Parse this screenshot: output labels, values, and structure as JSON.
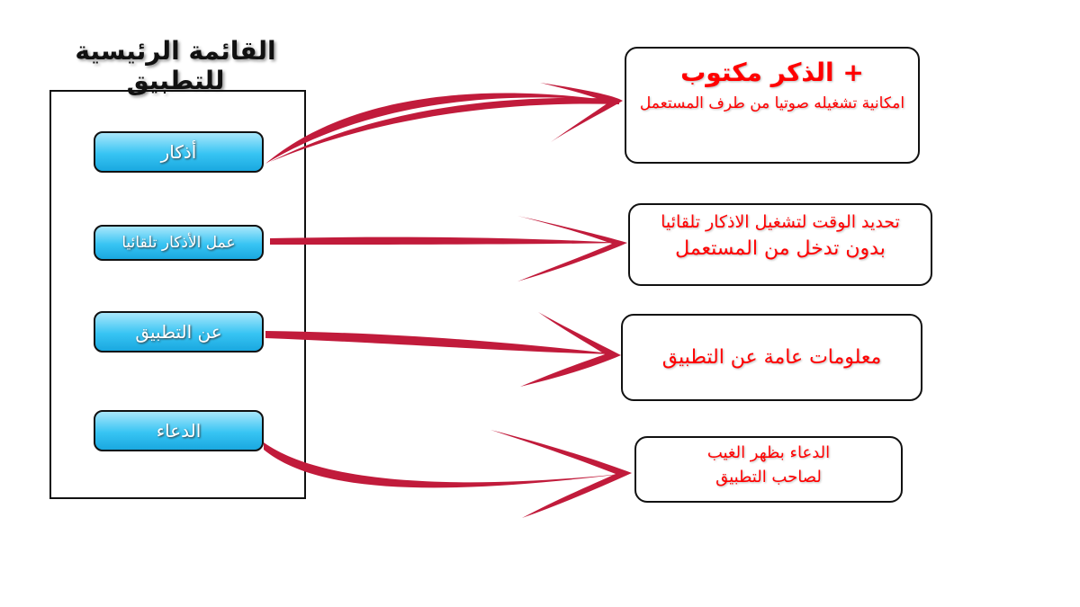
{
  "title": "القائمة الرئيسية للتطبيق",
  "menu_buttons": [
    "أذكار",
    "عمل الأذكار تلقائيا",
    "عن التطبيق",
    "الدعاء"
  ],
  "boxes": [
    {
      "line1": "+ الذكر مكتوب",
      "line2": "امكانية تشغيله صوتيا من طرف المستعمل"
    },
    {
      "line1": "تحديد الوقت لتشغيل الاذكار تلقائيا",
      "line2": "بدون تدخل من المستعمل"
    },
    {
      "line1": "معلومات عامة عن التطبيق"
    },
    {
      "line1": "الدعاء بظهر الغيب",
      "line2": "لصاحب التطبيق"
    }
  ],
  "colors": {
    "arrow": "#c11b3b",
    "text_red": "#ff0000",
    "button": "#37c4f3"
  }
}
